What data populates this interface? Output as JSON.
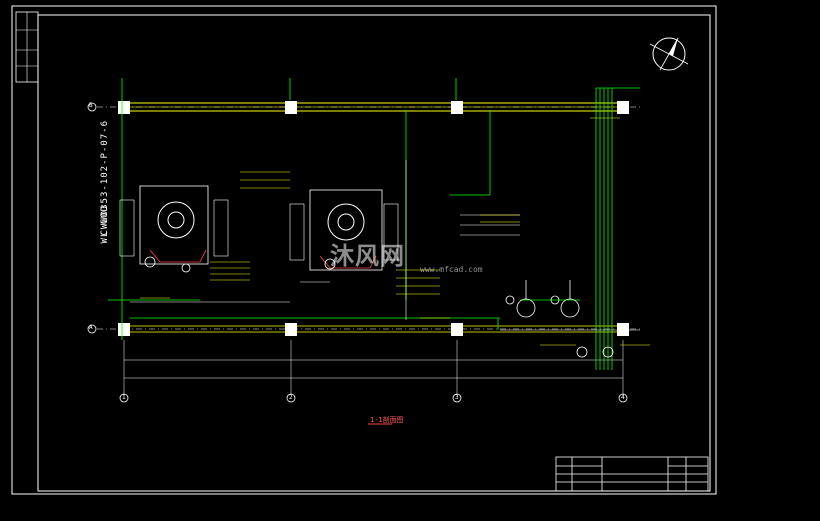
{
  "drawing": {
    "vertical_code": "CWW0353-102-P-07-6",
    "vertical_prefix": "WL  COD",
    "watermark": "沐风网",
    "watermark_url": "www.mfcad.com",
    "section_title": "1-1剖面图",
    "grid_axes": {
      "horizontal": [
        "B",
        "A"
      ],
      "vertical": [
        "1",
        "2",
        "3",
        "4"
      ]
    },
    "colors": {
      "background": "#000000",
      "frame": "#ffffff",
      "beam": "#ffff00",
      "pipe": "#00ff00",
      "dimension": "#ffffff",
      "annotation": "#ffff00",
      "red_mark": "#ff4040"
    }
  }
}
